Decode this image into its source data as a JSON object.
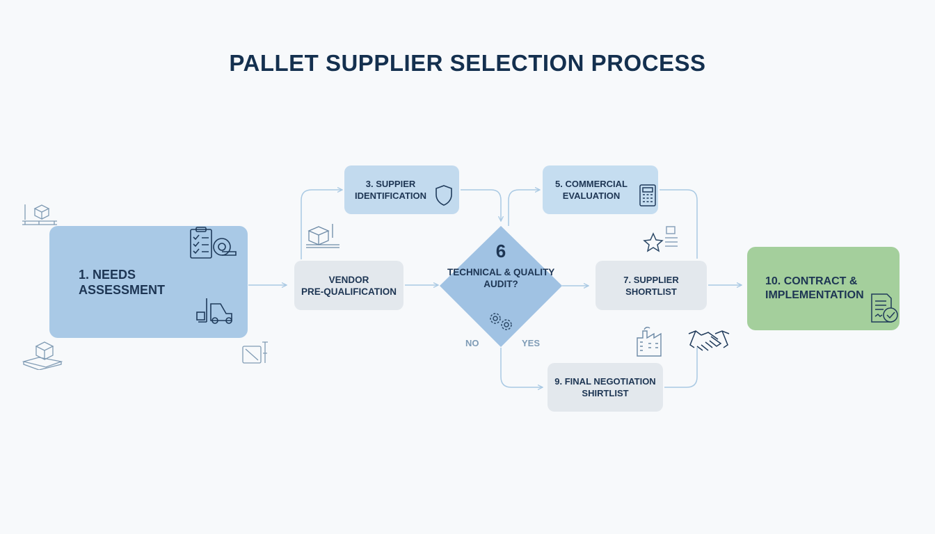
{
  "title": "PALLET SUPPLIER SELECTION PROCESS",
  "nodes": {
    "needs": {
      "line1": "1. NEEDS",
      "line2": "ASSESSMENT"
    },
    "prequal": {
      "line1": "VENDOR",
      "line2": "PRE-QUALIFICATION"
    },
    "identification": {
      "line1": "3. SUPPIER",
      "line2": "IDENTIFICATION"
    },
    "decision": {
      "number": "6",
      "line1": "TECHNICAL &",
      "line2": "QUALITY",
      "line3": "AUDIT?"
    },
    "commercial": {
      "line1": "5. COMMERCIAL",
      "line2": "EVALUATION"
    },
    "shortlist": {
      "line1": "7. SUPPLIER",
      "line2": "SHORTLIST"
    },
    "negotiation": {
      "line1": "9. FINAL NEGOTIATION",
      "line2": "SHIRTLIST"
    },
    "contract": {
      "line1": "10. CONTRACT &",
      "line2": "IMPLEMENTATION"
    }
  },
  "branches": {
    "no": "NO",
    "yes": "YES"
  },
  "colors": {
    "title": "#14304f",
    "primary_blue": "#a9c9e6",
    "light_blue": "#c2daee",
    "grey_box": "#e3e8ed",
    "green": "#a4cf9c",
    "diamond": "#8fb6dc",
    "connector": "#a9c9e3"
  },
  "icons": [
    "clipboard-checklist-icon",
    "tape-measure-icon",
    "forklift-icon",
    "shield-icon",
    "calculator-icon",
    "gears-icon",
    "star-icon",
    "pallet-box-icon",
    "factory-icon",
    "handshake-icon",
    "contract-check-icon",
    "scale-icon"
  ]
}
